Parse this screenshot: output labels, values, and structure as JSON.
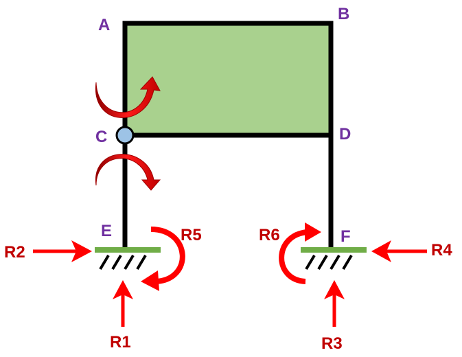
{
  "nodes": {
    "a": "A",
    "b": "B",
    "c": "C",
    "d": "D",
    "e": "E",
    "f": "F"
  },
  "reactions": {
    "r1": "R1",
    "r2": "R2",
    "r3": "R3",
    "r4": "R4",
    "r5": "R5",
    "r6": "R6"
  },
  "colors": {
    "node_label": "#7030a0",
    "reaction": "#c00000",
    "arrow": "#ff0000",
    "frame_fill": "#a9d18e",
    "frame_stroke": "#000000",
    "support_plate": "#70ad47",
    "hinge": "#9dc3e6"
  }
}
